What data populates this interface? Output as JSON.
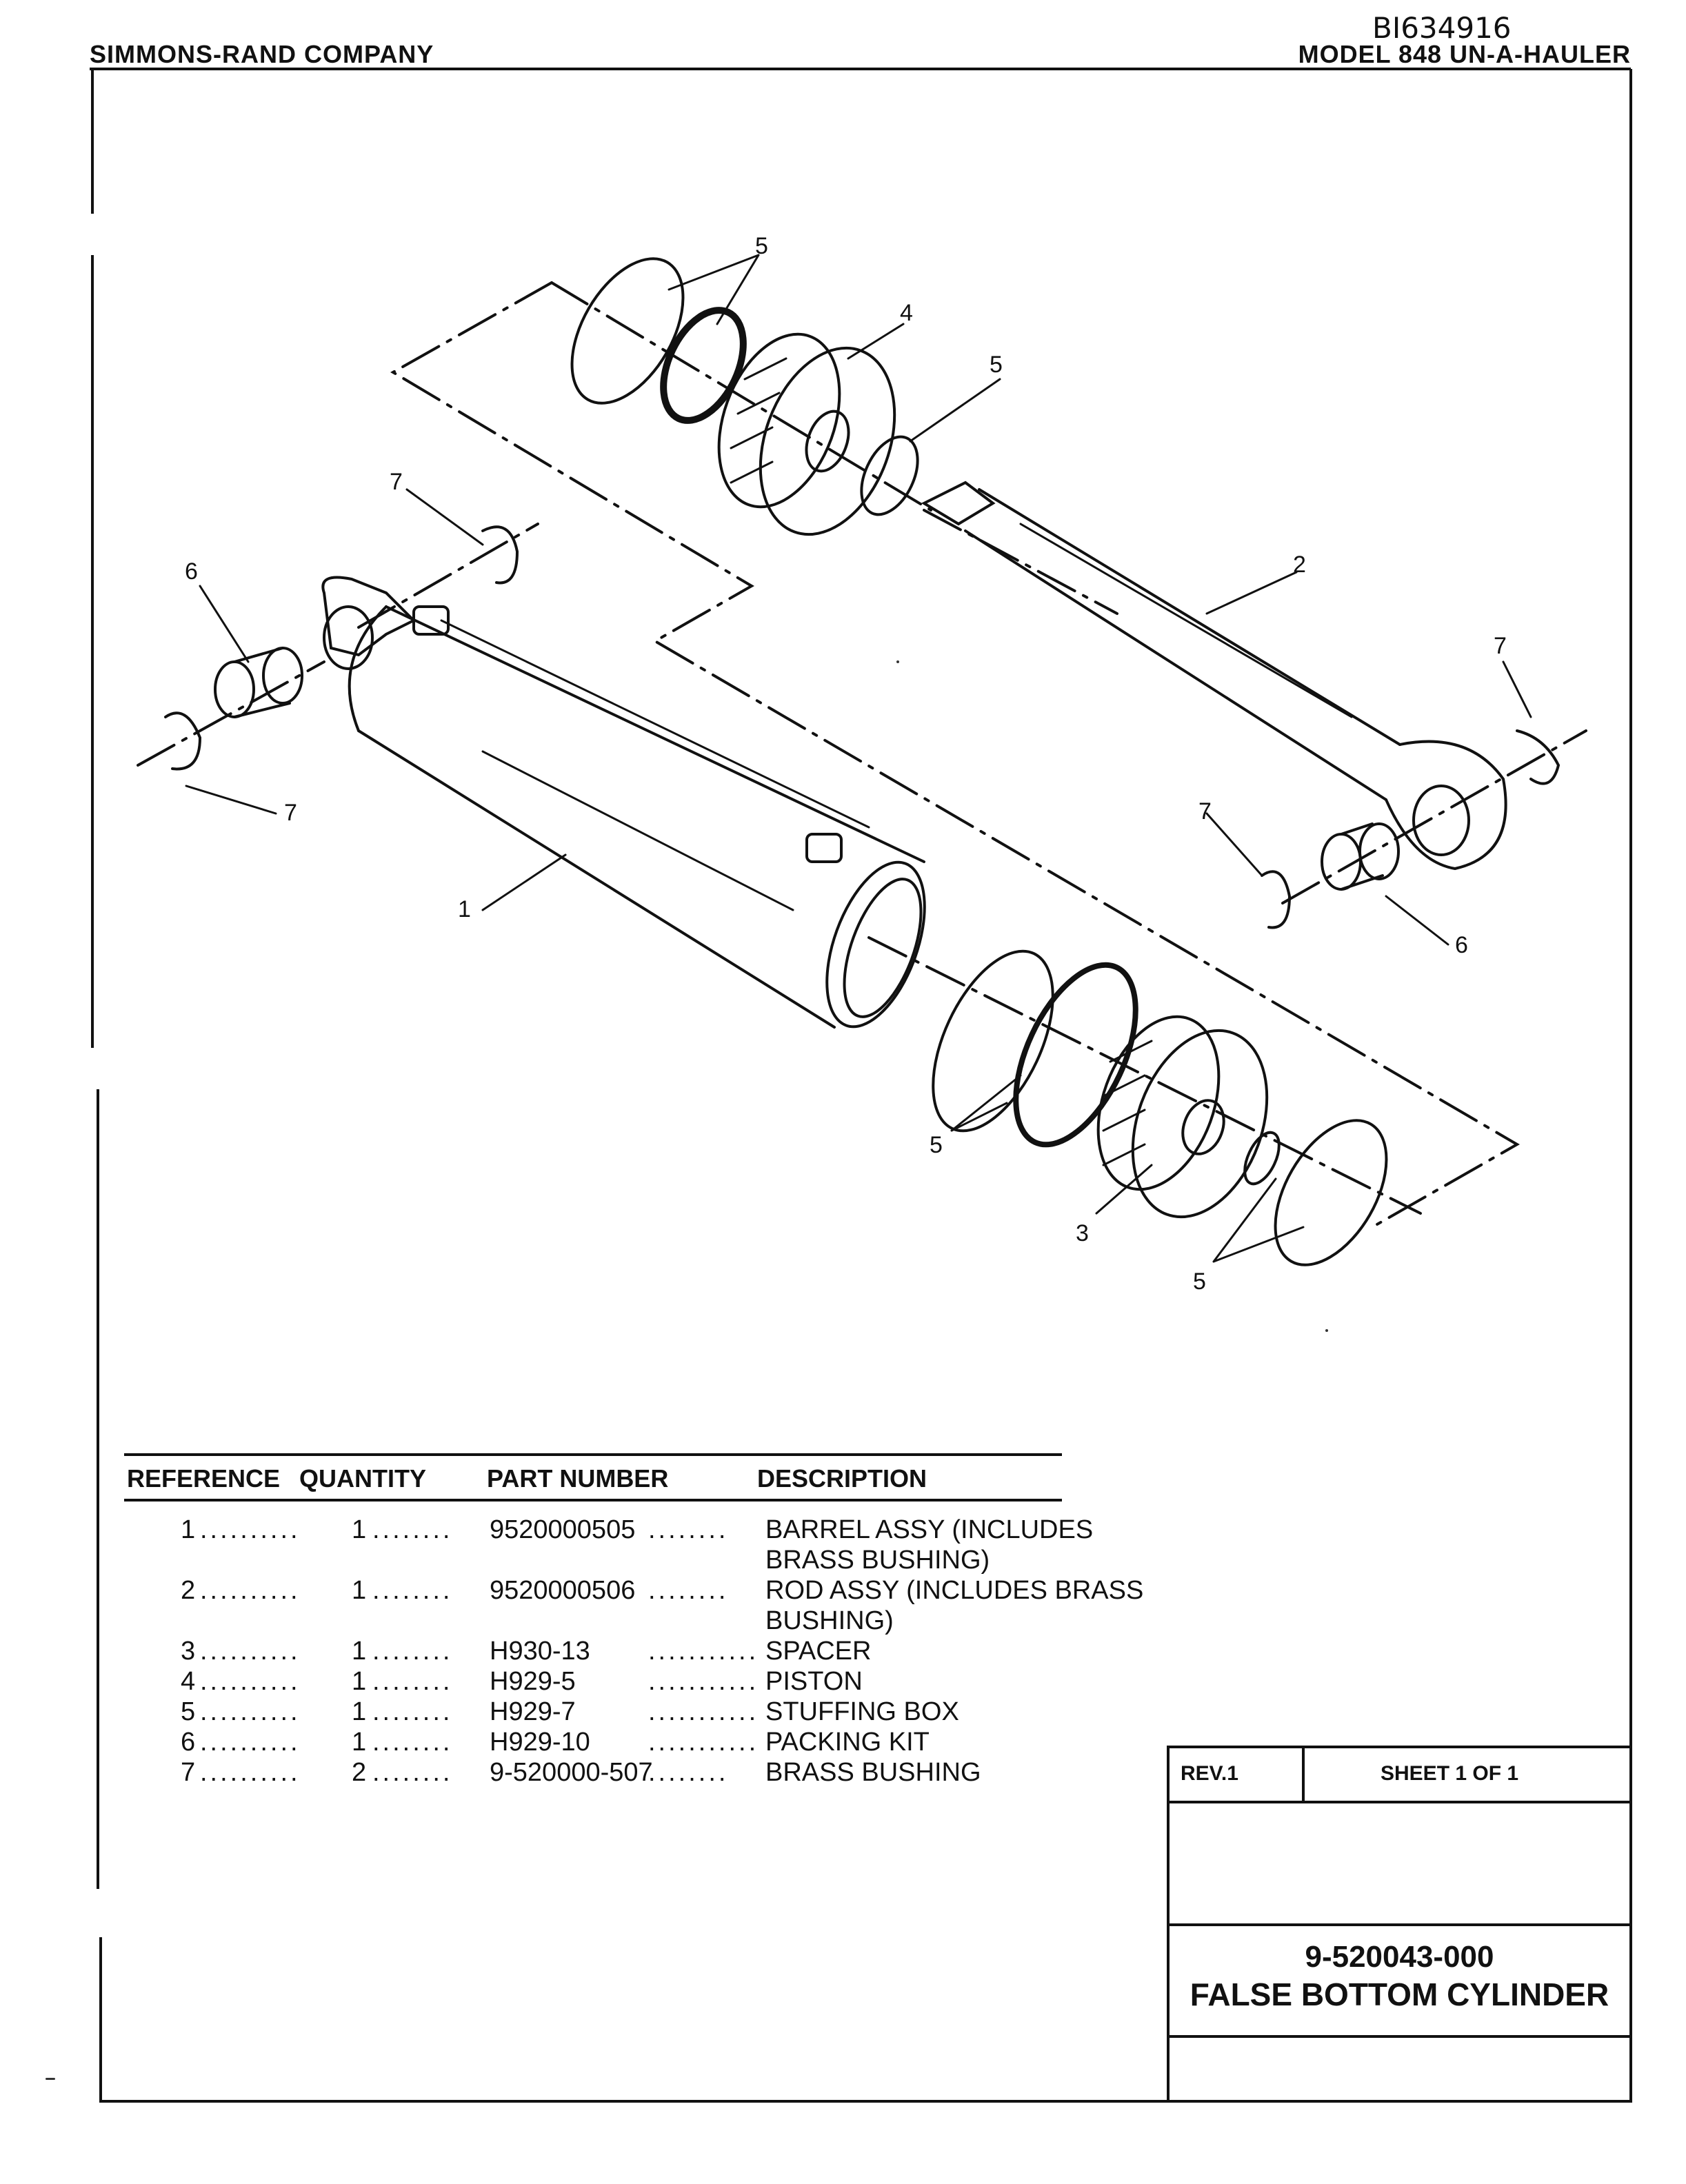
{
  "header": {
    "doc_id": "BI634916",
    "company": "SIMMONS-RAND COMPANY",
    "model": "MODEL 848 UN-A-HAULER"
  },
  "callouts": {
    "barrel": "1",
    "rod": "2",
    "spacer": "3",
    "piston": "4",
    "stuffing_box": "5",
    "packing_kit": "6",
    "brass_bushing": "7"
  },
  "parts_table": {
    "columns": {
      "reference": "REFERENCE",
      "quantity": "QUANTITY",
      "part_number": "PART NUMBER",
      "description": "DESCRIPTION"
    },
    "leaders": {
      "a": "..........",
      "b": "........",
      "c": "..........."
    },
    "rows": [
      {
        "ref": "1",
        "qty": "1",
        "pn": "9520000505",
        "desc": "BARREL ASSY (INCLUDES",
        "desc2": "BRASS BUSHING)"
      },
      {
        "ref": "2",
        "qty": "1",
        "pn": "9520000506",
        "desc": "ROD ASSY (INCLUDES BRASS",
        "desc2": "BUSHING)"
      },
      {
        "ref": "3",
        "qty": "1",
        "pn": "H930-13",
        "desc": "SPACER"
      },
      {
        "ref": "4",
        "qty": "1",
        "pn": "H929-5",
        "desc": "PISTON"
      },
      {
        "ref": "5",
        "qty": "1",
        "pn": "H929-7",
        "desc": "STUFFING BOX"
      },
      {
        "ref": "6",
        "qty": "1",
        "pn": "H929-10",
        "desc": "PACKING KIT"
      },
      {
        "ref": "7",
        "qty": "2",
        "pn": "9-520000-507",
        "desc": "BRASS BUSHING"
      }
    ]
  },
  "title_block": {
    "rev": "REV.1",
    "sheet": "SHEET 1 OF 1",
    "drawing_number": "9-520043-000",
    "title": "FALSE BOTTOM CYLINDER"
  }
}
